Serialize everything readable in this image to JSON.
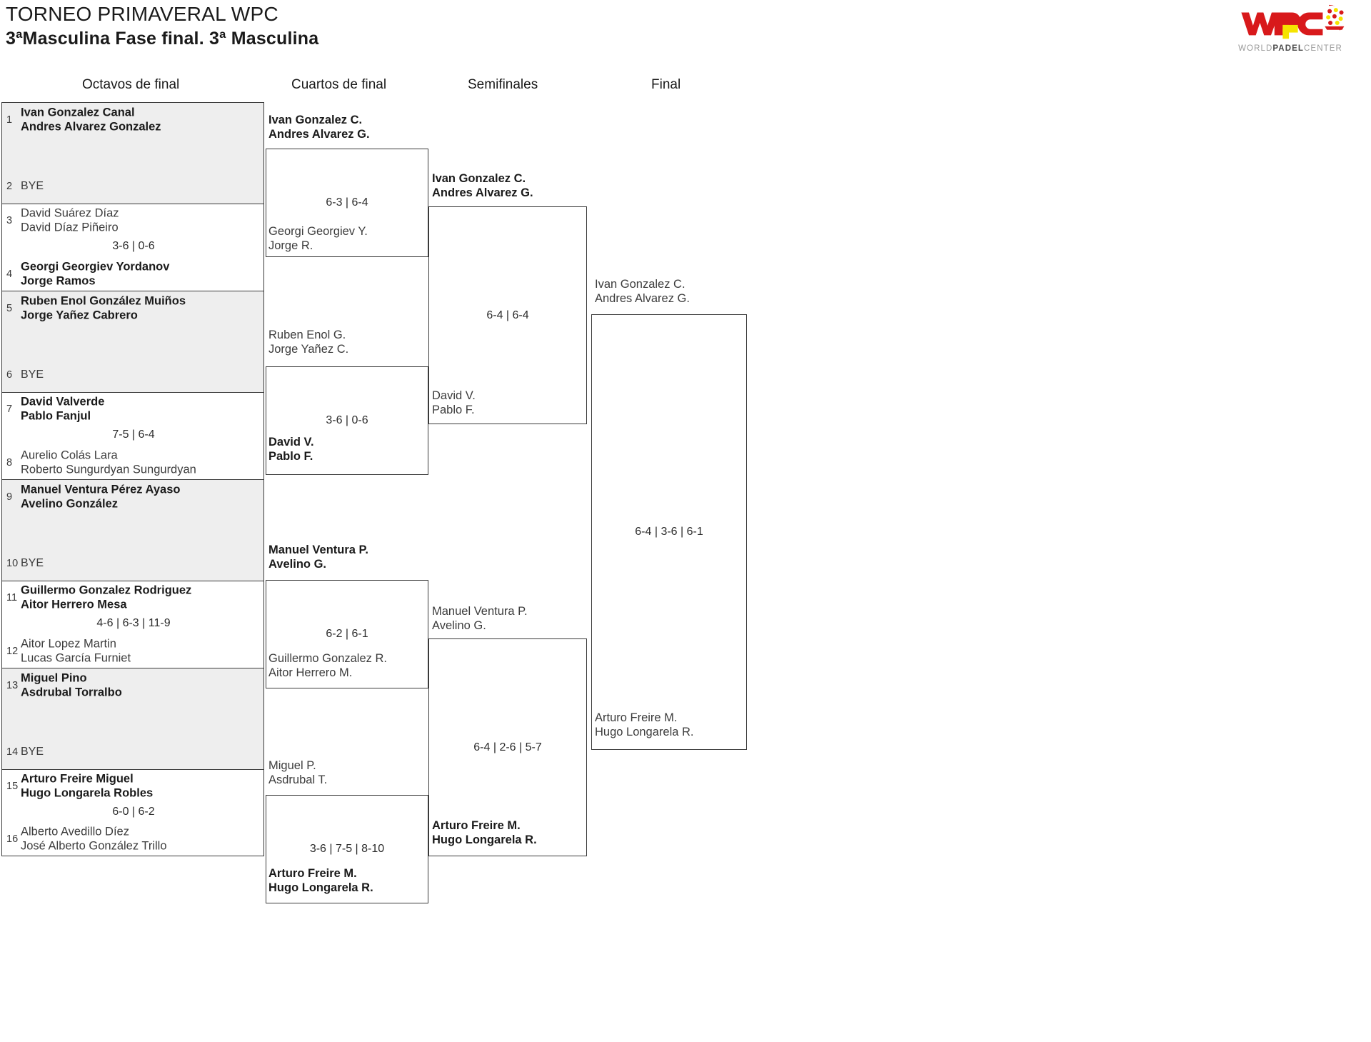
{
  "header": {
    "title": "TORNEO PRIMAVERAL WPC",
    "subtitle": "3ªMasculina Fase final. 3ª Masculina"
  },
  "logo": {
    "name": "wpc-logo",
    "mark": "WPC",
    "wordmark_prefix": "WORLD",
    "wordmark_bold": "PADEL",
    "wordmark_suffix": "CENTER",
    "colors": {
      "red": "#d8191b",
      "yellow": "#f5e400",
      "gray": "#9a9a9a",
      "dark_gray": "#4c4c4c"
    }
  },
  "rounds": [
    {
      "id": "octavos",
      "label": "Octavos de final"
    },
    {
      "id": "cuartos",
      "label": "Cuartos de final"
    },
    {
      "id": "semifinales",
      "label": "Semifinales"
    },
    {
      "id": "final",
      "label": "Final"
    }
  ],
  "round1": {
    "label": "Octavos de final",
    "matches": [
      {
        "score": "",
        "top": {
          "seed": "1",
          "p1": "Ivan Gonzalez Canal",
          "p2": "Andres Alvarez Gonzalez",
          "result": "win"
        },
        "bottom": {
          "seed": "2",
          "p1": "BYE",
          "p2": "",
          "result": "bye"
        }
      },
      {
        "score": "3-6 | 0-6",
        "top": {
          "seed": "3",
          "p1": "David Suárez Díaz",
          "p2": "David Díaz Piñeiro",
          "result": "lose"
        },
        "bottom": {
          "seed": "4",
          "p1": "Georgi Georgiev Yordanov",
          "p2": "Jorge Ramos",
          "result": "win"
        }
      },
      {
        "score": "",
        "top": {
          "seed": "5",
          "p1": "Ruben Enol González Muiños",
          "p2": "Jorge Yañez Cabrero",
          "result": "win"
        },
        "bottom": {
          "seed": "6",
          "p1": "BYE",
          "p2": "",
          "result": "bye"
        }
      },
      {
        "score": "7-5 | 6-4",
        "top": {
          "seed": "7",
          "p1": "David Valverde",
          "p2": "Pablo Fanjul",
          "result": "win"
        },
        "bottom": {
          "seed": "8",
          "p1": "Aurelio Colás Lara",
          "p2": "Roberto Sungurdyan Sungurdyan",
          "result": "lose"
        }
      },
      {
        "score": "",
        "top": {
          "seed": "9",
          "p1": "Manuel Ventura Pérez Ayaso",
          "p2": "Avelino González",
          "result": "win"
        },
        "bottom": {
          "seed": "10",
          "p1": "BYE",
          "p2": "",
          "result": "bye"
        }
      },
      {
        "score": "4-6 | 6-3 | 11-9",
        "top": {
          "seed": "11",
          "p1": "Guillermo Gonzalez Rodriguez",
          "p2": "Aitor Herrero Mesa",
          "result": "win"
        },
        "bottom": {
          "seed": "12",
          "p1": "Aitor Lopez Martin",
          "p2": "Lucas García Furniet",
          "result": "lose"
        }
      },
      {
        "score": "",
        "top": {
          "seed": "13",
          "p1": "Miguel Pino",
          "p2": "Asdrubal Torralbo",
          "result": "win"
        },
        "bottom": {
          "seed": "14",
          "p1": "BYE",
          "p2": "",
          "result": "bye"
        }
      },
      {
        "score": "6-0 | 6-2",
        "top": {
          "seed": "15",
          "p1": "Arturo Freire Miguel",
          "p2": "Hugo Longarela Robles",
          "result": "win"
        },
        "bottom": {
          "seed": "16",
          "p1": "Alberto Avedillo Díez",
          "p2": "José Alberto González Trillo",
          "result": "lose"
        }
      }
    ]
  },
  "round2": {
    "label": "Cuartos de final",
    "matches": [
      {
        "score": "6-3 | 6-4",
        "top": {
          "p1": "Ivan Gonzalez C.",
          "p2": "Andres Alvarez G.",
          "result": "win"
        },
        "bottom": {
          "p1": "Georgi Georgiev Y.",
          "p2": "Jorge R.",
          "result": "lose"
        }
      },
      {
        "score": "3-6 | 0-6",
        "top": {
          "p1": "Ruben Enol G.",
          "p2": "Jorge Yañez C.",
          "result": "lose"
        },
        "bottom": {
          "p1": "David V.",
          "p2": "Pablo F.",
          "result": "win"
        }
      },
      {
        "score": "6-2 | 6-1",
        "top": {
          "p1": "Manuel Ventura P.",
          "p2": "Avelino G.",
          "result": "win"
        },
        "bottom": {
          "p1": "Guillermo Gonzalez R.",
          "p2": "Aitor Herrero M.",
          "result": "lose"
        }
      },
      {
        "score": "3-6 | 7-5 | 8-10",
        "top": {
          "p1": "Miguel P.",
          "p2": "Asdrubal T.",
          "result": "lose"
        },
        "bottom": {
          "p1": "Arturo Freire M.",
          "p2": "Hugo Longarela R.",
          "result": "win"
        }
      }
    ]
  },
  "round3": {
    "label": "Semifinales",
    "matches": [
      {
        "score": "6-4 | 6-4",
        "top": {
          "p1": "Ivan Gonzalez C.",
          "p2": "Andres Alvarez G.",
          "result": "win"
        },
        "bottom": {
          "p1": "David V.",
          "p2": "Pablo F.",
          "result": "lose"
        }
      },
      {
        "score": "6-4 | 2-6 | 5-7",
        "top": {
          "p1": "Manuel Ventura P.",
          "p2": "Avelino G.",
          "result": "lose"
        },
        "bottom": {
          "p1": "Arturo Freire M.",
          "p2": "Hugo Longarela R.",
          "result": "win"
        }
      }
    ]
  },
  "round4": {
    "label": "Final",
    "matches": [
      {
        "score": "6-4 | 3-6 | 6-1",
        "top": {
          "p1": "Ivan Gonzalez C.",
          "p2": "Andres Alvarez G.",
          "result": "lose"
        },
        "bottom": {
          "p1": "Arturo Freire M.",
          "p2": "Hugo Longarela R.",
          "result": "lose"
        }
      }
    ]
  }
}
